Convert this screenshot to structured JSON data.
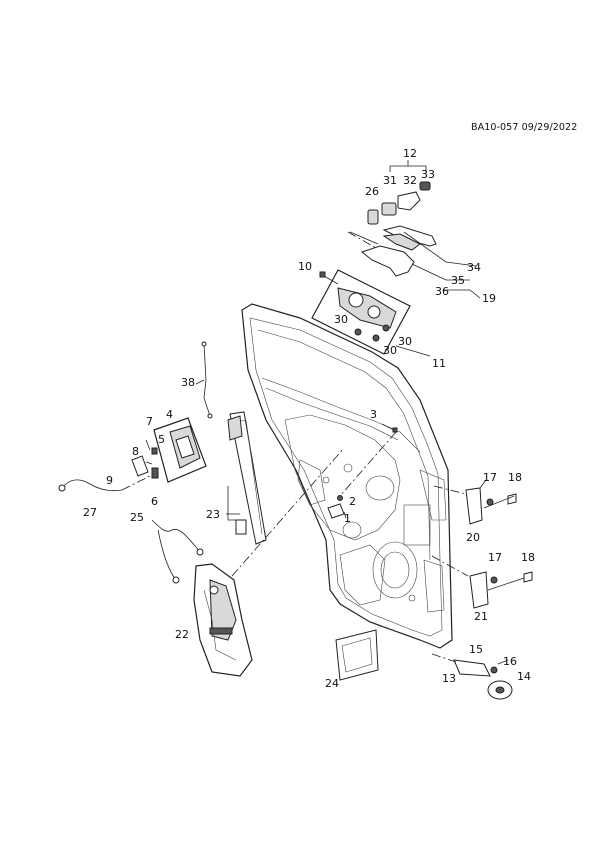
{
  "reference": "BA10-057 09/29/2022",
  "callouts": {
    "c1": "1",
    "c2": "2",
    "c3": "3",
    "c4": "4",
    "c5": "5",
    "c6": "6",
    "c7": "7",
    "c8": "8",
    "c9": "9",
    "c10": "10",
    "c11": "11",
    "c12": "12",
    "c13": "13",
    "c14": "14",
    "c15": "15",
    "c16": "16",
    "c17a": "17",
    "c17b": "17",
    "c18a": "18",
    "c18b": "18",
    "c19": "19",
    "c20": "20",
    "c21": "21",
    "c22": "22",
    "c23": "23",
    "c24": "24",
    "c25": "25",
    "c26": "26",
    "c27": "27",
    "c30a": "30",
    "c30b": "30",
    "c30c": "30",
    "c31": "31",
    "c32": "32",
    "c33": "33",
    "c34": "34",
    "c35": "35",
    "c36": "36",
    "c38": "38"
  }
}
